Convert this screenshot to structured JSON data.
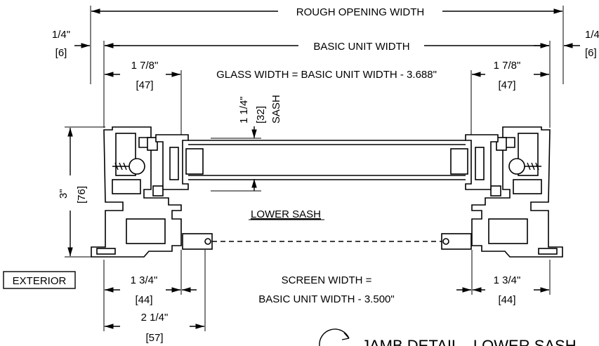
{
  "dimensions": {
    "rough_opening_width": "ROUGH OPENING WIDTH",
    "basic_unit_width": "BASIC UNIT WIDTH",
    "glass_width": "GLASS WIDTH = BASIC UNIT WIDTH - 3.688\"",
    "quarter_in": "1/4\"",
    "quarter_mm": "[6]",
    "quarter_right_in": "1/4",
    "quarter_right_mm": "[6]",
    "left_178_in": "1 7/8\"",
    "left_178_mm": "[47]",
    "right_178_in": "1 7/8\"",
    "right_178_mm": "[47]",
    "sash_in": "1 1/4\"",
    "sash_mm": "[32]",
    "sash_label": "SASH",
    "height_in": "3\"",
    "height_mm": "[76]",
    "left_134_in": "1 3/4\"",
    "left_134_mm": "[44]",
    "right_134_in": "1 3/4\"",
    "right_134_mm": "[44]",
    "w_214_in": "2 1/4\"",
    "w_214_mm": "[57]",
    "screen_width_1": "SCREEN WIDTH =",
    "screen_width_2": "BASIC UNIT WIDTH - 3.500\""
  },
  "labels": {
    "lower_sash": "LOWER SASH",
    "exterior": "EXTERIOR",
    "detail_title": "JAMB DETAIL - LOWER SASH"
  }
}
